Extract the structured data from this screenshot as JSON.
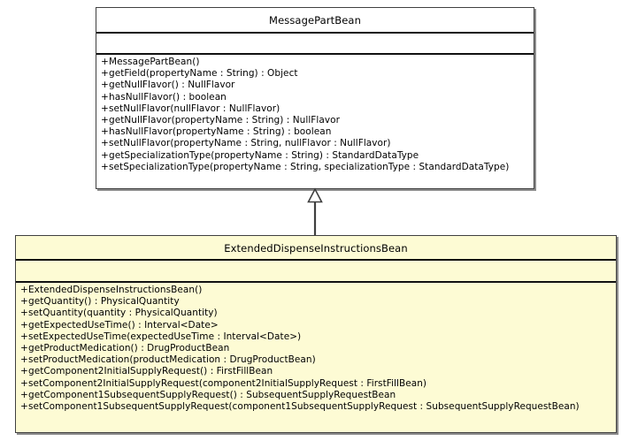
{
  "diagram": {
    "type": "uml-class-diagram",
    "background_color": "#ffffff",
    "line_color": "#404040",
    "classes": [
      {
        "id": "message-part-bean",
        "name": "MessagePartBean",
        "fill_color": "#ffffff",
        "attributes": [],
        "operations": [
          {
            "visibility": "+",
            "signature": "MessagePartBean()"
          },
          {
            "visibility": "+",
            "signature": "getField(propertyName : String) : Object"
          },
          {
            "visibility": "+",
            "signature": "getNullFlavor() : NullFlavor"
          },
          {
            "visibility": "+",
            "signature": "hasNullFlavor() : boolean"
          },
          {
            "visibility": "+",
            "signature": "setNullFlavor(nullFlavor : NullFlavor)"
          },
          {
            "visibility": "+",
            "signature": "getNullFlavor(propertyName : String) : NullFlavor"
          },
          {
            "visibility": "+",
            "signature": "hasNullFlavor(propertyName : String) : boolean"
          },
          {
            "visibility": "+",
            "signature": "setNullFlavor(propertyName : String, nullFlavor : NullFlavor)"
          },
          {
            "visibility": "+",
            "signature": "getSpecializationType(propertyName : String) : StandardDataType"
          },
          {
            "visibility": "+",
            "signature": "setSpecializationType(propertyName : String, specializationType : StandardDataType)"
          }
        ]
      },
      {
        "id": "extended-dispense-instructions-bean",
        "name": "ExtendedDispenseInstructionsBean",
        "fill_color": "#fdfbd4",
        "attributes": [],
        "operations": [
          {
            "visibility": "+",
            "signature": "ExtendedDispenseInstructionsBean()"
          },
          {
            "visibility": "+",
            "signature": "getQuantity() : PhysicalQuantity"
          },
          {
            "visibility": "+",
            "signature": "setQuantity(quantity : PhysicalQuantity)"
          },
          {
            "visibility": "+",
            "signature": "getExpectedUseTime() : Interval<Date>"
          },
          {
            "visibility": "+",
            "signature": "setExpectedUseTime(expectedUseTime : Interval<Date>)"
          },
          {
            "visibility": "+",
            "signature": "getProductMedication() : DrugProductBean"
          },
          {
            "visibility": "+",
            "signature": "setProductMedication(productMedication : DrugProductBean)"
          },
          {
            "visibility": "+",
            "signature": "getComponent2InitialSupplyRequest() : FirstFillBean"
          },
          {
            "visibility": "+",
            "signature": "setComponent2InitialSupplyRequest(component2InitialSupplyRequest : FirstFillBean)"
          },
          {
            "visibility": "+",
            "signature": "getComponent1SubsequentSupplyRequest() : SubsequentSupplyRequestBean"
          },
          {
            "visibility": "+",
            "signature": "setComponent1SubsequentSupplyRequest(component1SubsequentSupplyRequest : SubsequentSupplyRequestBean)"
          }
        ]
      }
    ],
    "relationships": [
      {
        "id": "generalization-extended-to-messagepart",
        "type": "generalization",
        "source": "extended-dispense-instructions-bean",
        "target": "message-part-bean",
        "arrow": "hollow-triangle"
      }
    ]
  }
}
